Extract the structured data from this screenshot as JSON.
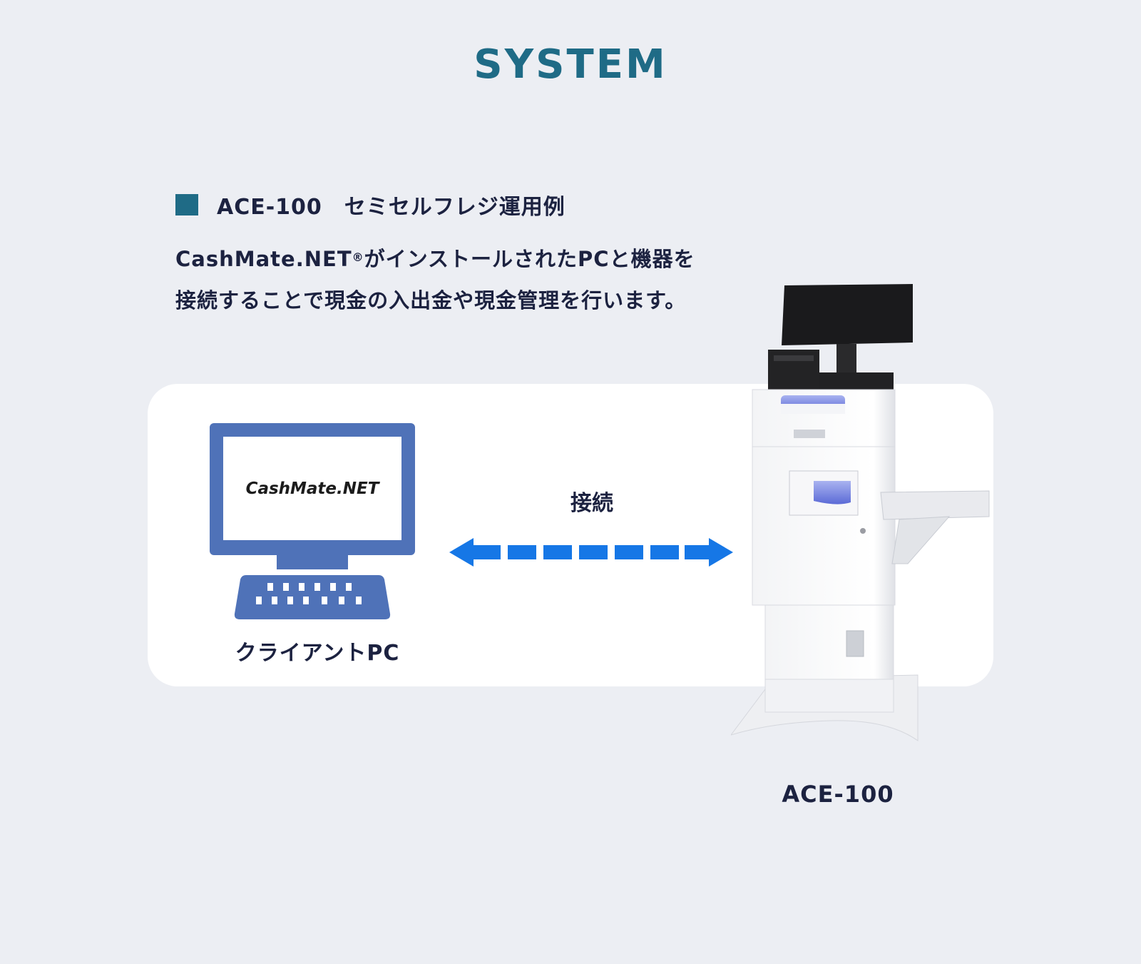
{
  "header": {
    "title": "SYSTEM"
  },
  "section": {
    "heading": "ACE-100　セミセルフレジ運用例",
    "description_line1_pre": "CashMate.NET",
    "description_line1_mark": "®",
    "description_line1_post": "がインストールされたPCと機器を",
    "description_line2": "接続することで現金の入出金や現金管理を行います。"
  },
  "diagram": {
    "client": {
      "screen_text": "CashMate.NET",
      "label": "クライアントPC"
    },
    "connection": {
      "label": "接続"
    },
    "device": {
      "label": "ACE-100"
    }
  },
  "colors": {
    "title": "#1f6b86",
    "bullet": "#1f6b86",
    "pc_blue": "#4f72b8",
    "arrow_blue": "#1677e6",
    "text": "#1c2240",
    "background": "#eceef3",
    "panel": "#ffffff"
  },
  "icons": [
    "monitor-icon",
    "keyboard-icon",
    "double-arrow-icon",
    "kiosk-device-image"
  ]
}
